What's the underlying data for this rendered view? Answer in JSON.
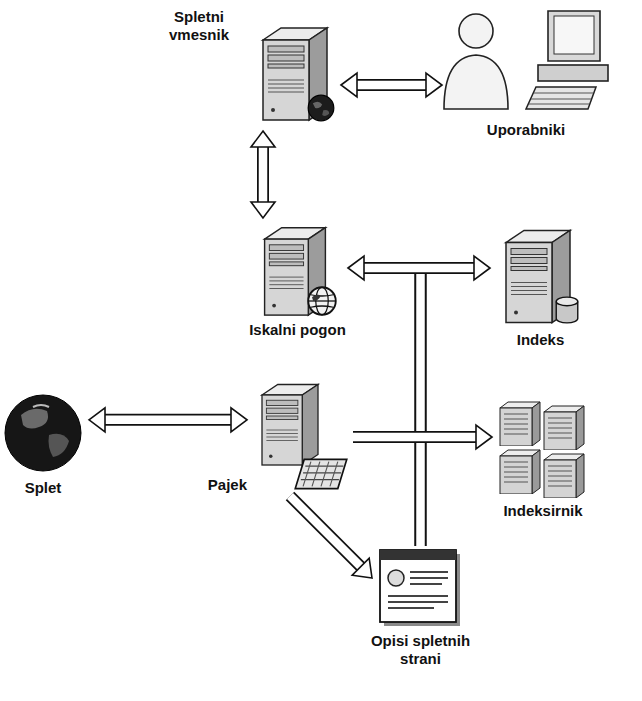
{
  "diagram": {
    "nodes": [
      {
        "text": [
          "Spletni vmesnik"
        ]
      },
      {
        "text": [
          "Uporabniki"
        ]
      },
      {
        "text": [
          "Iskalni pogon"
        ]
      },
      {
        "text": [
          "Indeks"
        ]
      },
      {
        "text": [
          "Splet"
        ]
      },
      {
        "text": [
          "Pajek"
        ]
      },
      {
        "text": [
          "Indeksirnik"
        ]
      },
      {
        "text": [
          "Opisi spletnih strani"
        ]
      }
    ],
    "edges": [
      {
        "from": 0,
        "to": 1,
        "arrow": "both"
      },
      {
        "from": 0,
        "to": 2,
        "arrow": "both"
      },
      {
        "from": 2,
        "to": 3,
        "arrow": "both"
      },
      {
        "from": 4,
        "to": 5,
        "arrow": "both"
      },
      {
        "from": 5,
        "to": 6,
        "arrow": "to"
      },
      {
        "from": 5,
        "to": 7,
        "arrow": "to"
      },
      {
        "from": 7,
        "to": 2,
        "arrow": "none"
      },
      {
        "from": 7,
        "to": 3,
        "arrow": "none"
      }
    ]
  }
}
